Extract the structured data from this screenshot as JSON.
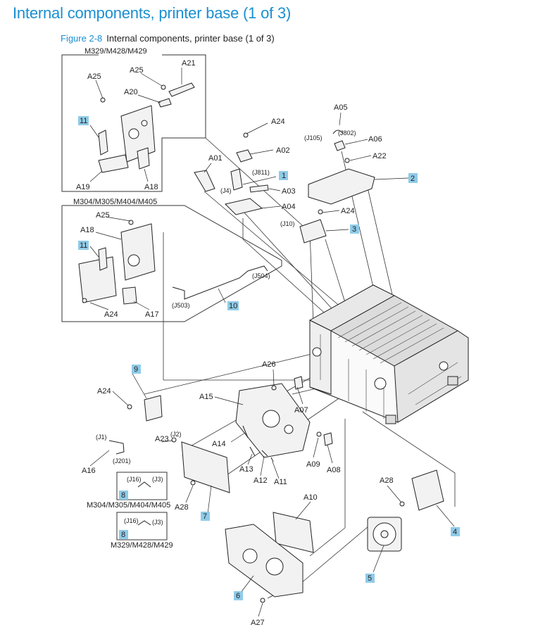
{
  "page": {
    "title": "Internal components, printer base (1 of 3)",
    "figure_number": "Figure 2-8",
    "figure_caption": "Internal components, printer base (1 of 3)"
  },
  "groups": {
    "top_inset": "M329/M428/M429",
    "mid_inset": "M304/M305/M404/M405",
    "box8a": "M304/M305/M404/M405",
    "box8b": "M329/M428/M429"
  },
  "callouts": {
    "c1": "1",
    "c2": "2",
    "c3": "3",
    "c4": "4",
    "c5": "5",
    "c6": "6",
    "c7": "7",
    "c8a": "8",
    "c8b": "8",
    "c9": "9",
    "c10": "10",
    "c11a": "11",
    "c11b": "11"
  },
  "labels": {
    "a25_1": "A25",
    "a25_2": "A25",
    "a21": "A21",
    "a20": "A20",
    "a19": "A19",
    "a18_1": "A18",
    "a25_3": "A25",
    "a18_2": "A18",
    "a24_1": "A24",
    "a17": "A17",
    "a05": "A05",
    "a06": "A06",
    "a22": "A22",
    "a24_2": "A24",
    "a01": "A01",
    "a02": "A02",
    "a03": "A03",
    "a04": "A04",
    "a24_3": "A24",
    "a26": "A26",
    "a15": "A15",
    "a07": "A07",
    "a24_4": "A24",
    "a23": "A23",
    "a14": "A14",
    "a16": "A16",
    "a13": "A13",
    "a12": "A12",
    "a11": "A11",
    "a09": "A09",
    "a08": "A08",
    "a28_1": "A28",
    "a28_2": "A28",
    "a10": "A10",
    "a27": "A27"
  },
  "connectors": {
    "j105": "(J105)",
    "j802": "(J802)",
    "j811": "(J811)",
    "j4": "(J4)",
    "j10": "(J10)",
    "j504": "(J504)",
    "j503": "(J503)",
    "j1": "(J1)",
    "j201": "(J201)",
    "j2": "(J2)",
    "j16a": "(J16)",
    "j3a": "(J3)",
    "j16b": "(J16)",
    "j3b": "(J3)"
  }
}
